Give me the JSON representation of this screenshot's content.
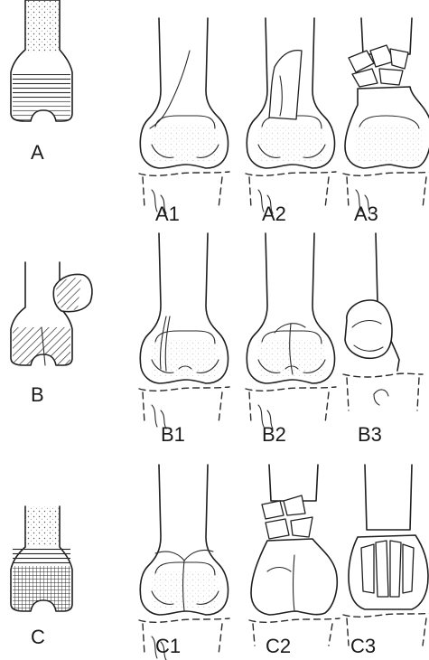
{
  "labels": {
    "A": "A",
    "B": "B",
    "C": "C",
    "A1": "A1",
    "A2": "A2",
    "A3": "A3",
    "B1": "B1",
    "B2": "B2",
    "B3": "B3",
    "C1": "C1",
    "C2": "C2",
    "C3": "C3"
  }
}
